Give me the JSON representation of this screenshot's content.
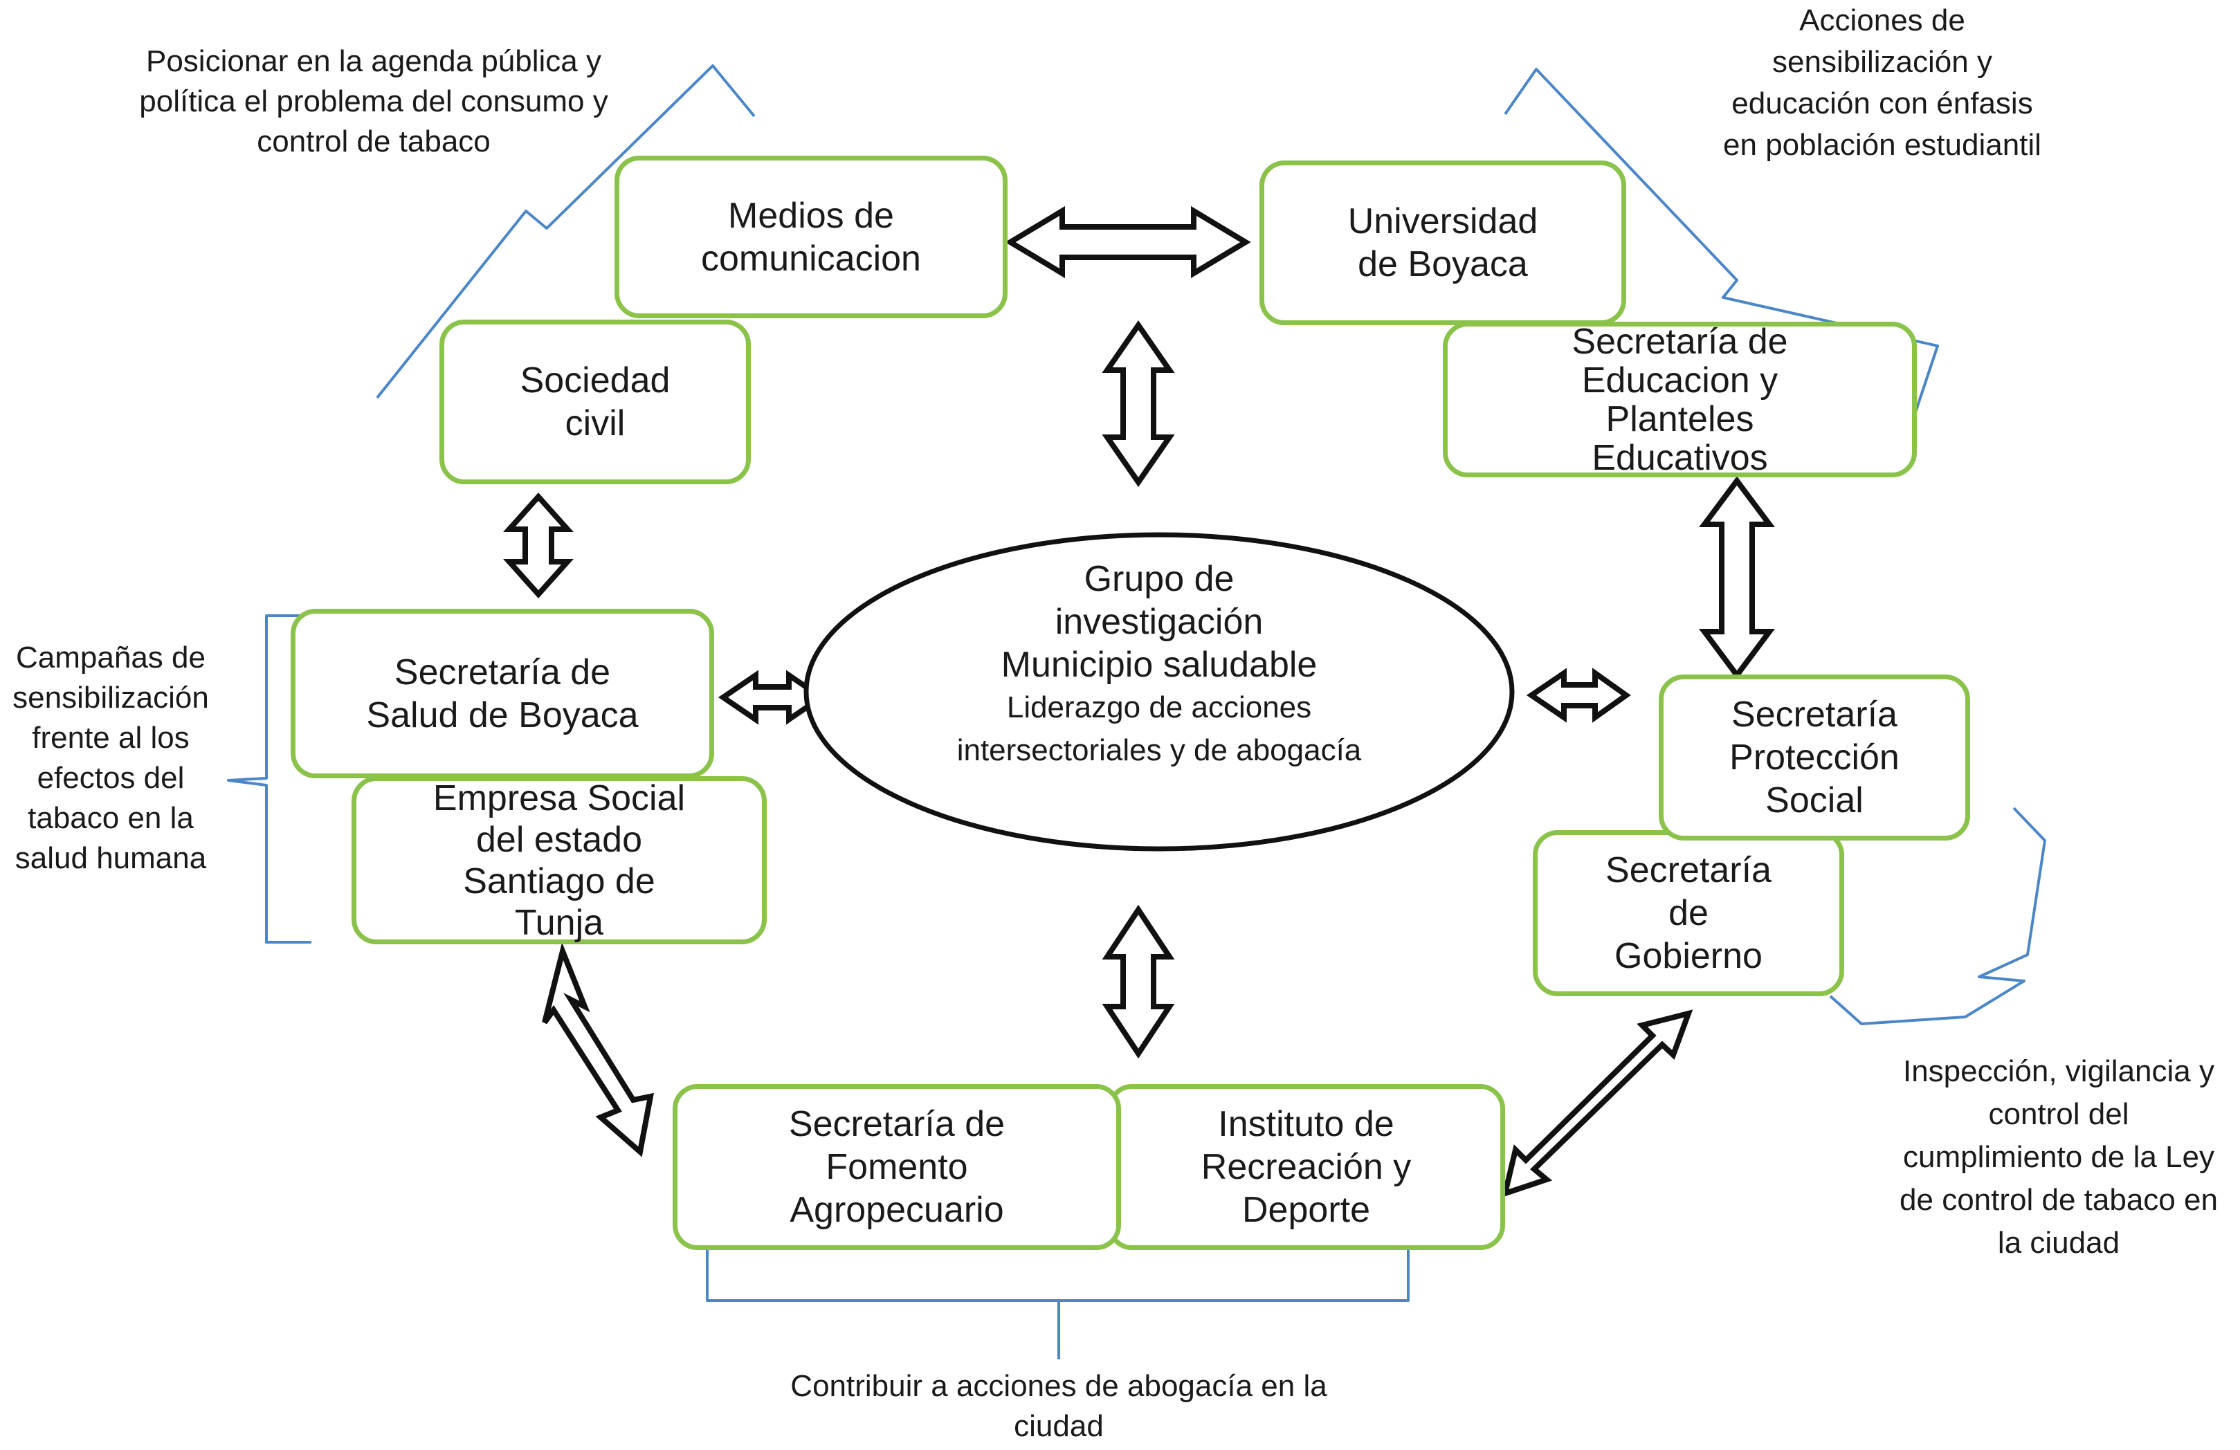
{
  "center": {
    "title_lines": [
      "Grupo de",
      "investigación",
      "Municipio saludable"
    ],
    "subtitle_lines": [
      "Liderazgo de acciones",
      "intersectoriales y de abogacía"
    ]
  },
  "nodes": {
    "medios": [
      "Medios de",
      "comunicacion"
    ],
    "universidad": [
      "Universidad",
      "de Boyaca"
    ],
    "sociedad": [
      "Sociedad",
      "civil"
    ],
    "educacion": [
      "Secretaría de",
      "Educacion y",
      "Planteles",
      "Educativos"
    ],
    "salud": [
      "Secretaría de",
      "Salud de Boyaca"
    ],
    "empresa": [
      "Empresa Social",
      "del estado",
      "Santiago de",
      "Tunja"
    ],
    "proteccion": [
      "Secretaría",
      "Protección",
      "Social"
    ],
    "gobierno": [
      "Secretaría",
      "de",
      "Gobierno"
    ],
    "fomento": [
      "Secretaría de",
      "Fomento",
      "Agropecuario"
    ],
    "recreacion": [
      "Instituto de",
      "Recreación y",
      "Deporte"
    ]
  },
  "annotations": {
    "top_left": [
      "Posicionar en la agenda pública y",
      "política el problema del consumo y",
      "control de tabaco"
    ],
    "top_right": [
      "Acciones de",
      "sensibilización y",
      "educación con énfasis",
      "en población estudiantil"
    ],
    "left": [
      "Campañas de",
      "sensibilización",
      "frente al los",
      "efectos del",
      "tabaco en la",
      "salud humana"
    ],
    "right": [
      "Inspección, vigilancia y",
      "control del",
      "cumplimiento de la Ley",
      "de control de tabaco en",
      "la ciudad"
    ],
    "bottom": [
      "Contribuir a acciones de abogacía en la",
      "ciudad"
    ]
  },
  "colors": {
    "node_border": "#8bc34a",
    "bracket": "#4a86c8",
    "arrow": "#111111"
  }
}
